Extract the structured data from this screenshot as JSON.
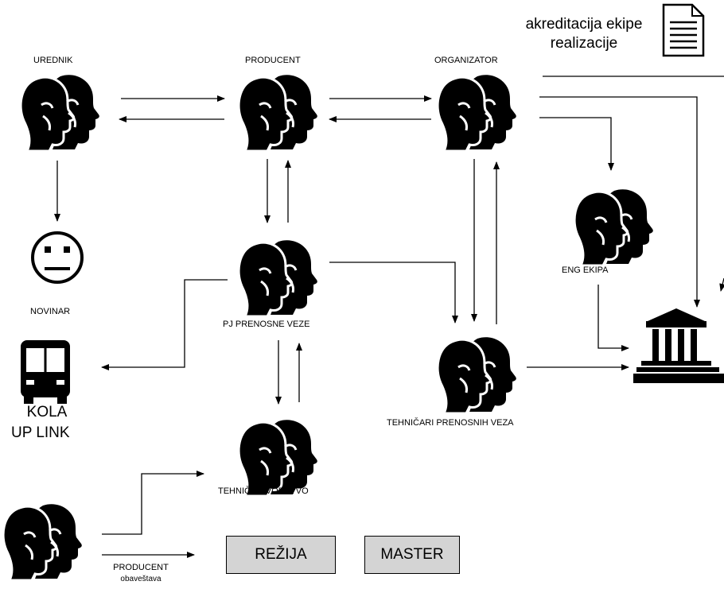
{
  "nodes": {
    "urednik": "UREDNIK",
    "producent": "PRODUCENT",
    "organizator": "ORGANIZATOR",
    "novinar": "NOVINAR",
    "pj_prenosne_veze": "PJ PRENOSNE VEZE",
    "eng_ekipa": "ENG EKIPA",
    "kola_line1": "KOLA",
    "kola_line2": "UP LINK",
    "tehnicari": "TEHNIČARI  PRENOSNIH VEZA",
    "tehnicko_vodstvo": "TEHNIČKO VOĐSTVO",
    "producent_obav_line1": "PRODUCENT",
    "producent_obav_line2": "obaveštava"
  },
  "document": {
    "line1": "akreditacija ekipe",
    "line2": "realizacije"
  },
  "boxes": {
    "rezija": "REŽIJA",
    "master": "MASTER"
  },
  "icons": {
    "person": "people-icon",
    "neutral": "neutral-face-icon",
    "bus": "bus-icon",
    "building": "building-icon",
    "document": "document-icon"
  }
}
